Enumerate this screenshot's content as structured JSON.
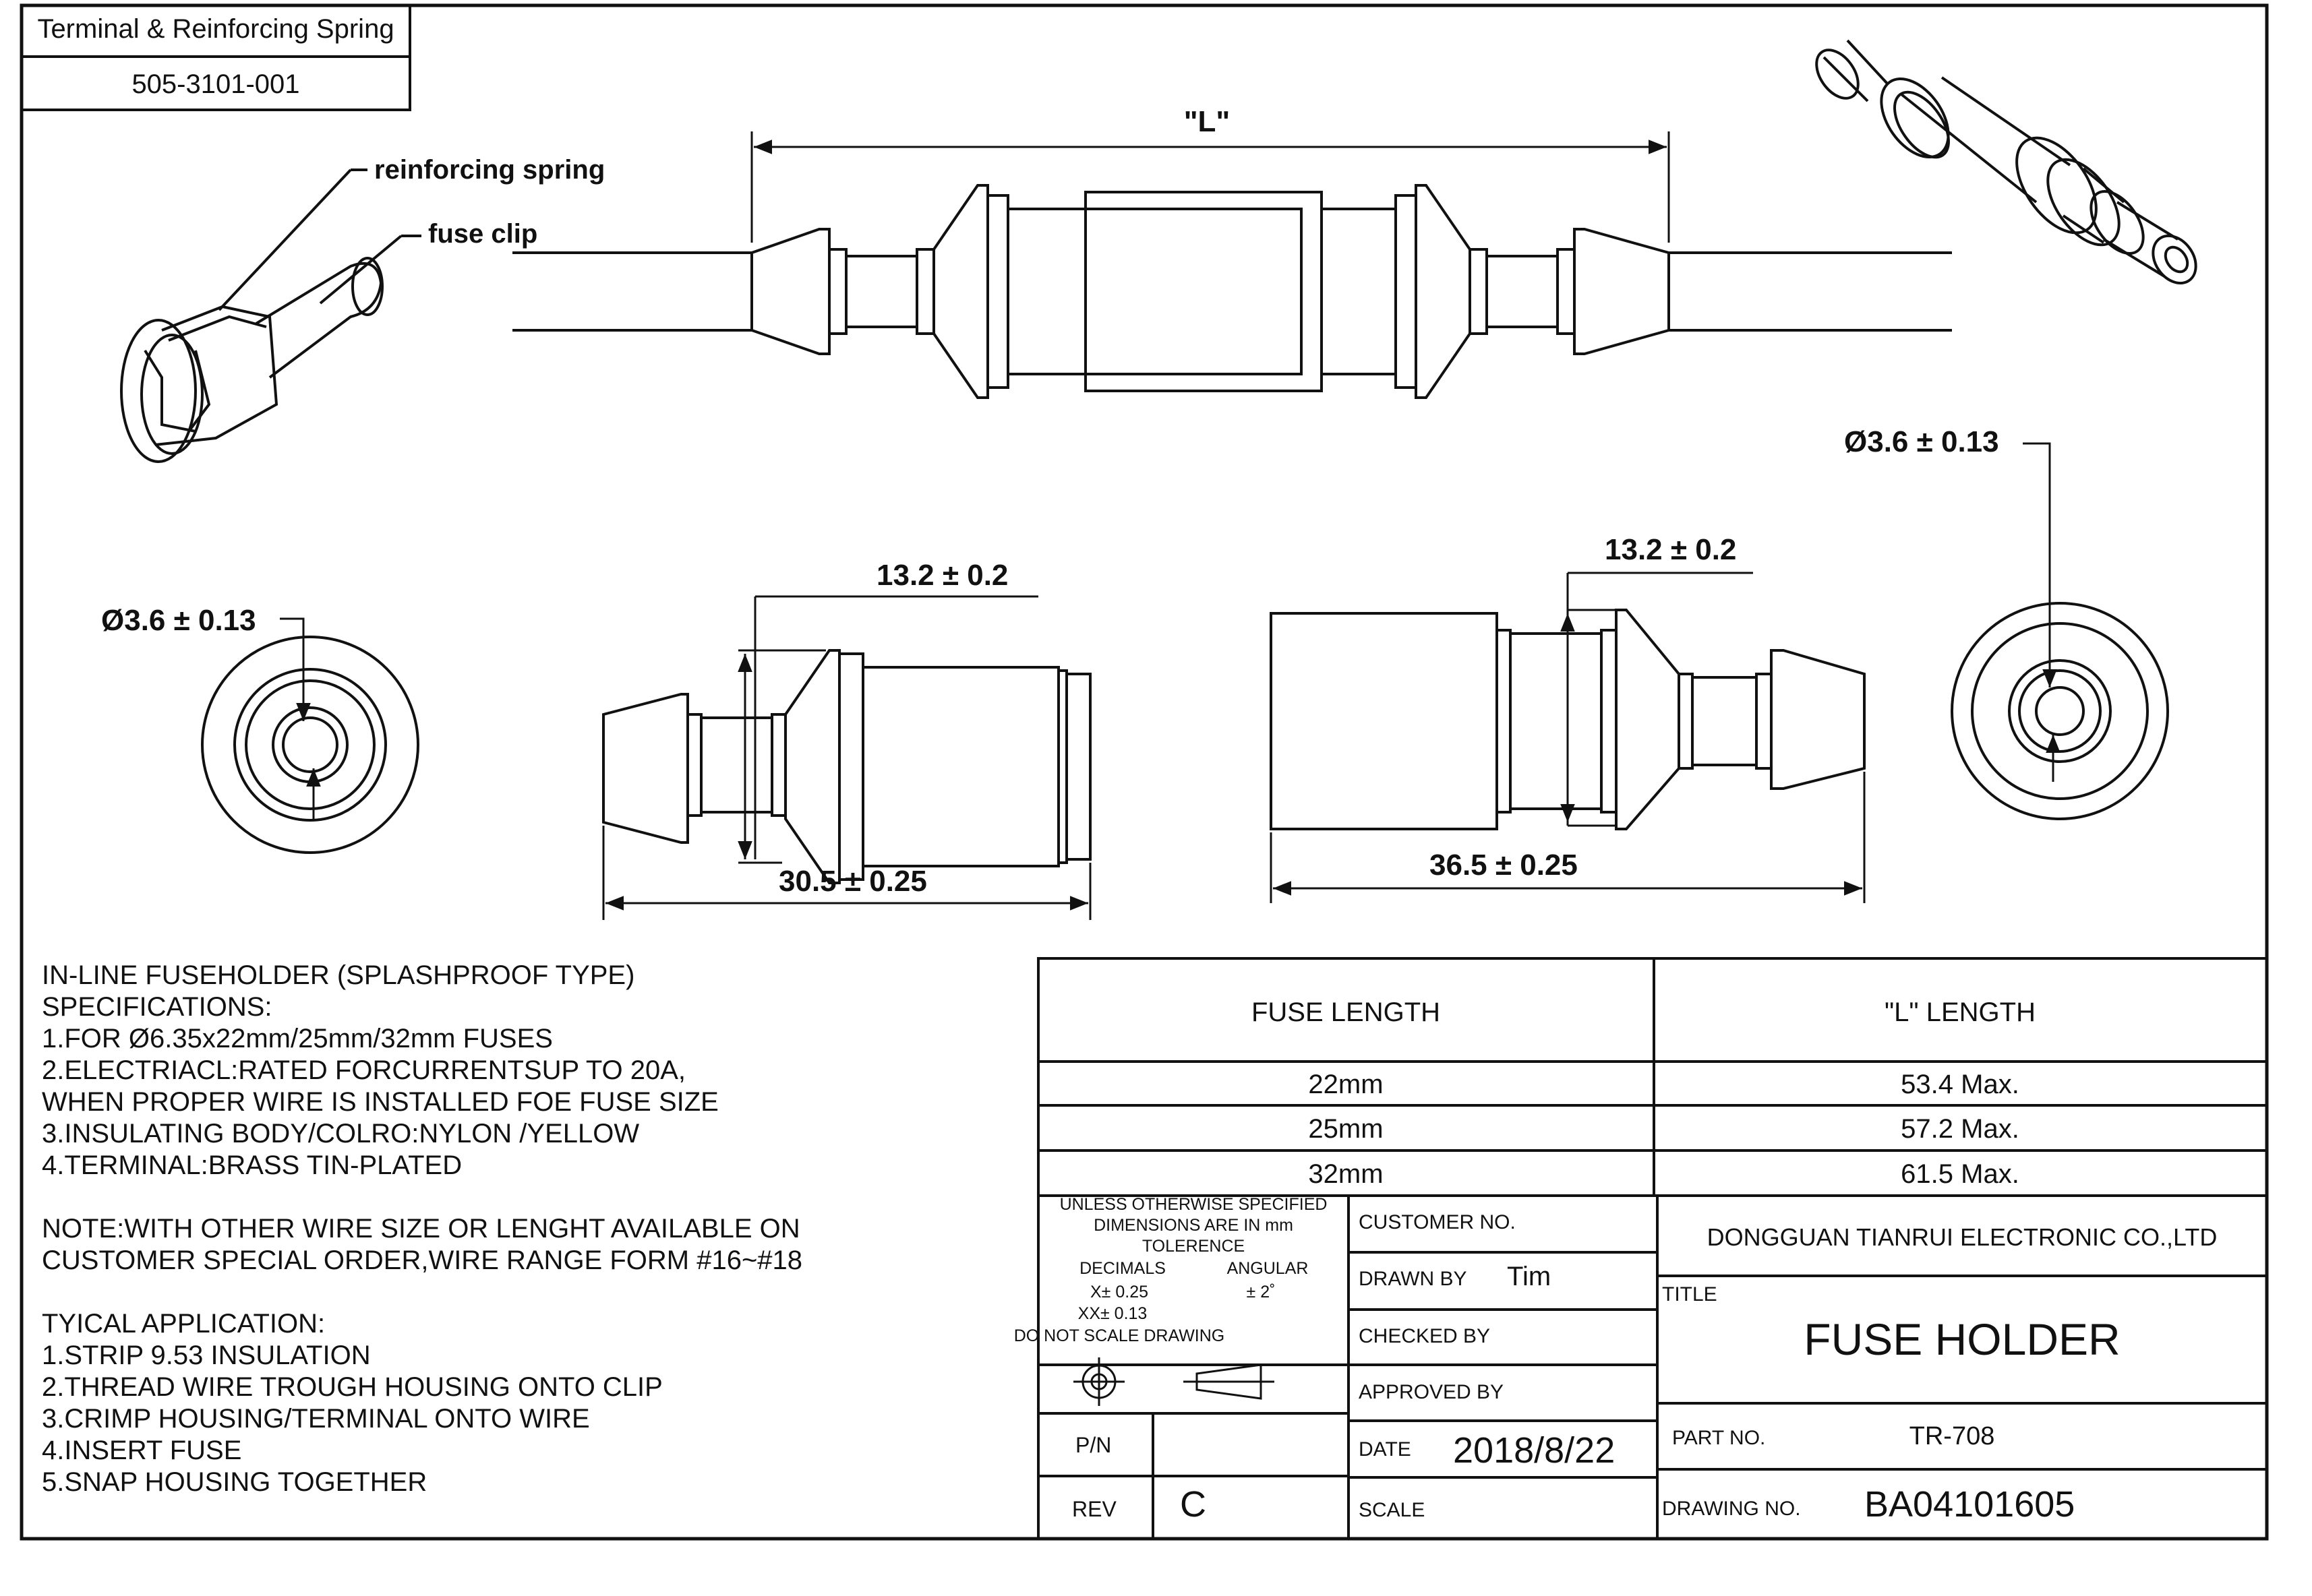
{
  "header_box": {
    "title": "Terminal & Reinforcing Spring",
    "number": "505-3101-001"
  },
  "callouts": {
    "spring": "reinforcing spring",
    "clip": "fuse clip"
  },
  "dimensions": {
    "overall": "\"L\"",
    "dia_left": "Ø3.6 ± 0.13",
    "dia_right": "Ø3.6 ± 0.13",
    "height_left": "13.2 ± 0.2",
    "height_right": "13.2 ± 0.2",
    "length_left": "30.5 ± 0.25",
    "length_right": "36.5 ± 0.25"
  },
  "specs": {
    "lines": [
      "IN-LINE FUSEHOLDER (SPLASHPROOF TYPE)",
      "SPECIFICATIONS:",
      "1.FOR Ø6.35x22mm/25mm/32mm FUSES",
      "2.ELECTRIACL:RATED FORCURRENTSUP TO  20A,",
      "WHEN PROPER WIRE IS INSTALLED FOE FUSE SIZE",
      "3.INSULATING BODY/COLRO:NYLON /YELLOW",
      "4.TERMINAL:BRASS TIN-PLATED"
    ],
    "note_lines": [
      "NOTE:WITH OTHER WIRE SIZE OR LENGHT AVAILABLE ON",
      "CUSTOMER SPECIAL ORDER,WIRE RANGE FORM #16~#18"
    ],
    "application_lines": [
      "TYICAL APPLICATION:",
      "1.STRIP 9.53 INSULATION",
      "2.THREAD WIRE TROUGH HOUSING ONTO CLIP",
      "3.CRIMP HOUSING/TERMINAL ONTO WIRE",
      "4.INSERT FUSE",
      "5.SNAP HOUSING TOGETHER"
    ]
  },
  "length_table": {
    "headers": [
      "FUSE LENGTH",
      "\"L\" LENGTH"
    ],
    "rows": [
      [
        "22mm",
        "53.4 Max."
      ],
      [
        "25mm",
        "57.2 Max."
      ],
      [
        "32mm",
        "61.5 Max."
      ]
    ]
  },
  "tolerance": {
    "line1": "UNLESS OTHERWISE SPECIFIED",
    "line2": "DIMENSIONS ARE IN mm",
    "line3": "TOLERENCE",
    "decimals": "DECIMALS",
    "angular": "ANGULAR",
    "x": "X± 0.25",
    "angle": "±  2˚",
    "xx": "XX± 0.13",
    "noscale": "DO NOT SCALE DRAWING"
  },
  "title_block": {
    "customer_no_label": "CUSTOMER NO.",
    "drawn_by_label": "DRAWN BY",
    "drawn_by": "Tim",
    "checked_by_label": "CHECKED BY",
    "approved_by_label": "APPROVED BY",
    "date_label": "DATE",
    "date": "2018/8/22",
    "scale_label": "SCALE",
    "pn_label": "P/N",
    "rev_label": "REV",
    "rev": "C",
    "company": "DONGGUAN TIANRUI ELECTRONIC CO.,LTD",
    "title_label": "TITLE",
    "title": "FUSE HOLDER",
    "part_no_label": "PART NO.",
    "part_no": "TR-708",
    "drawing_no_label": "DRAWING NO.",
    "drawing_no": "BA04101605"
  }
}
